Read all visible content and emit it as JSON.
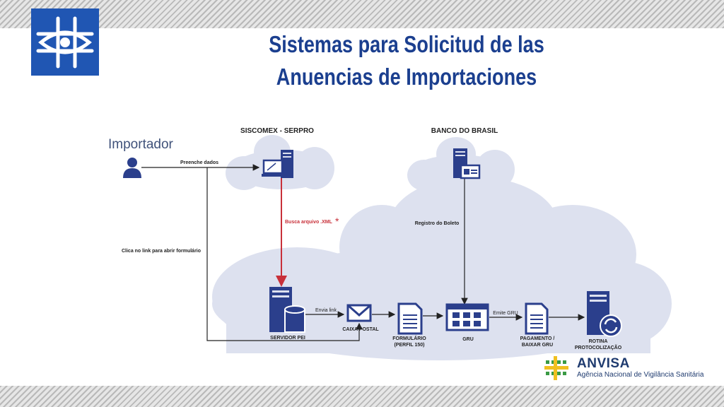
{
  "title_line1": "Sistemas para Solicitud de las",
  "title_line2": "Anuencias de Importaciones",
  "importer_label": "Importador",
  "diagram": {
    "siscomex_label": "SISCOMEX - SERPRO",
    "banco_label": "BANCO DO BRASIL",
    "preenche": "Preenche dados",
    "busca": "Busca arquivo .XML",
    "asterisk": "*",
    "registro": "Registro do Boleto",
    "clica": "Clica no link para abrir formulário",
    "envia": "Envia link",
    "emite": "Emite GRU",
    "servidor": "SERVIDOR PEI",
    "caixa": "CAIXA POSTAL",
    "formulario_1": "FORMULÁRIO",
    "formulario_2": "(PERFIL 150)",
    "gru": "GRU",
    "pagamento_1": "PAGAMENTO /",
    "pagamento_2": "BAIXAR GRU",
    "rotina_1": "ROTINA",
    "rotina_2": "PROTOCOLIZAÇÃO"
  },
  "footer": {
    "org_name": "ANVISA",
    "org_full": "Agência Nacional de Vigilância Sanitária"
  },
  "colors": {
    "title": "#1b3f8f",
    "cloud": "#dde1ef",
    "icon": "#2b3f8c",
    "red_arrow": "#c8303a",
    "logo_bg": "#2056b3"
  }
}
